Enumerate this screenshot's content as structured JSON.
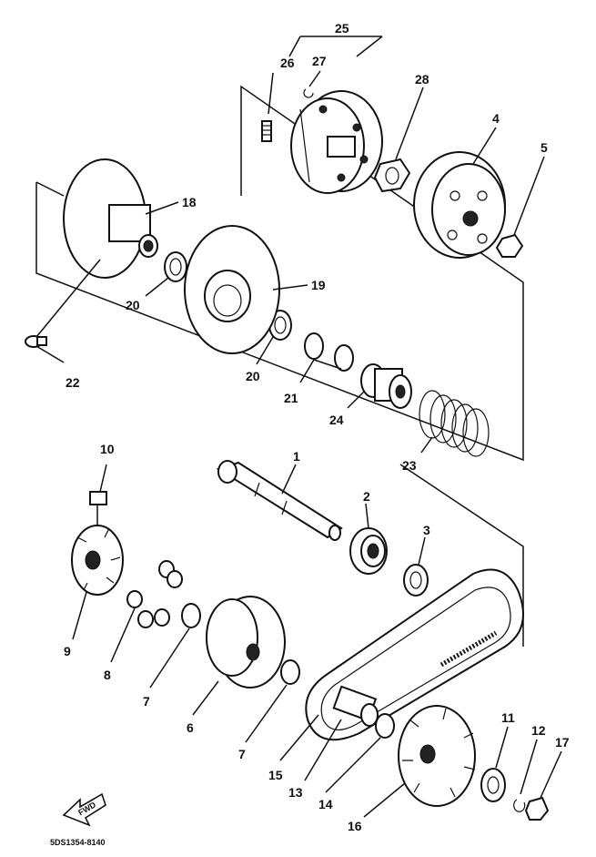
{
  "callouts": {
    "p1": "1",
    "p2": "2",
    "p3": "3",
    "p4": "4",
    "p5": "5",
    "p6": "6",
    "p7a": "7",
    "p7b": "7",
    "p8": "8",
    "p9": "9",
    "p10": "10",
    "p11": "11",
    "p12": "12",
    "p13": "13",
    "p14": "14",
    "p15": "15",
    "p16": "16",
    "p17": "17",
    "p18": "18",
    "p19": "19",
    "p20a": "20",
    "p20b": "20",
    "p21": "21",
    "p22": "22",
    "p23": "23",
    "p24": "24",
    "p25": "25",
    "p26": "26",
    "p27": "27",
    "p28": "28"
  },
  "fwd_label": "FWD",
  "drawing_code": "5DS1354-8140"
}
